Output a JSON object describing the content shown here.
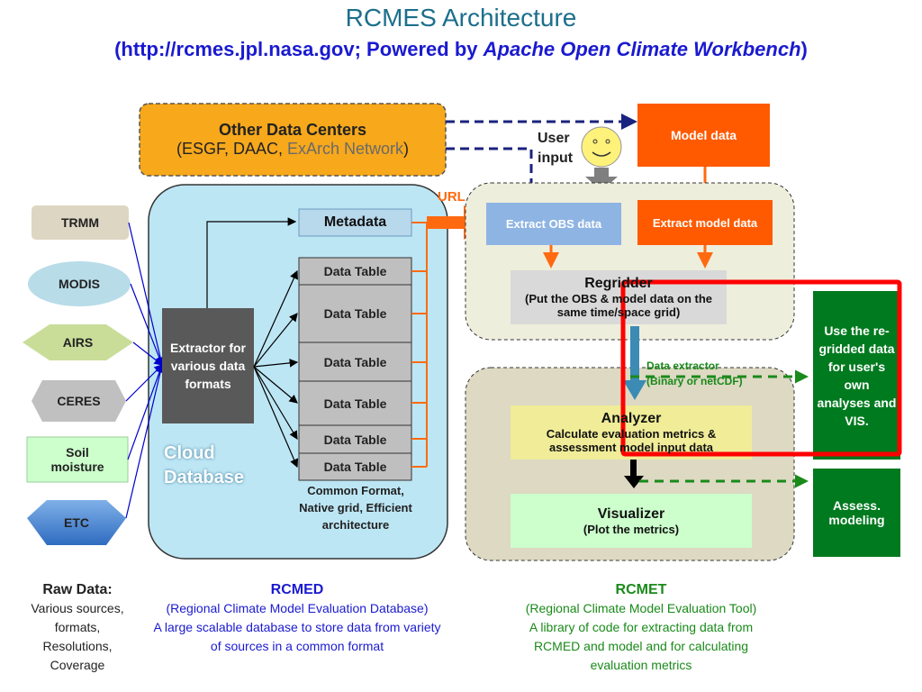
{
  "title": "RCMES Architecture",
  "subtitle": {
    "prefix": "(http://rcmes.jpl.nasa.gov; Powered by ",
    "italic": "Apache Open Climate Workbench",
    "suffix": ")"
  },
  "other_data_centers": {
    "title": "Other Data Centers",
    "open": "(ESGF, DAAC, ",
    "highlight": "ExArch Network",
    "close": ")"
  },
  "model_data": "Model data",
  "user_input": [
    "User",
    "input"
  ],
  "url_label": "URL",
  "sources": [
    "TRMM",
    "MODIS",
    "AIRS",
    "CERES",
    "Soil moisture",
    "ETC"
  ],
  "rcmed": {
    "extractor": "Extractor for various data formats",
    "metadata": "Metadata",
    "data_tables": [
      "Data Table",
      "Data Table",
      "Data Table",
      "Data Table",
      "Data Table",
      "Data Table"
    ],
    "cloud": "Cloud Database",
    "common_format": "Common Format, Native grid, Efficient architecture"
  },
  "rcmet": {
    "extract_obs": "Extract OBS data",
    "extract_model": "Extract model data",
    "regridder_title": "Regridder",
    "regridder_desc": "(Put the OBS & model data on the same time/space grid)",
    "data_extractor": [
      "Data extractor",
      "(Binary or netCDF)"
    ],
    "analyzer_title": "Analyzer",
    "analyzer_desc": "Calculate evaluation metrics & assessment model input data",
    "visualizer_title": "Visualizer",
    "visualizer_desc": "(Plot the metrics)"
  },
  "outputs": {
    "regridded": "Use the re-gridded data for user's own analyses and VIS.",
    "assess": "Assess. modeling"
  },
  "captions": {
    "raw": {
      "title": "Raw Data:",
      "lines": [
        "Various sources,",
        "formats,",
        "Resolutions,",
        "Coverage"
      ]
    },
    "rcmed": {
      "title": "RCMED",
      "lines": [
        "(Regional Climate Model Evaluation Database)",
        "A large scalable database to store data from variety",
        "of sources in a common format"
      ]
    },
    "rcmet": {
      "title": "RCMET",
      "lines": [
        "(Regional Climate Model Evaluation Tool)",
        "A library of code for extracting data from",
        "RCMED and model and for calculating",
        "evaluation metrics"
      ]
    }
  },
  "colors": {
    "orange": "#FF5A00",
    "green": "#007A1E",
    "highlight_red": "#FF0000",
    "title_blue": "#1a1ad0"
  }
}
